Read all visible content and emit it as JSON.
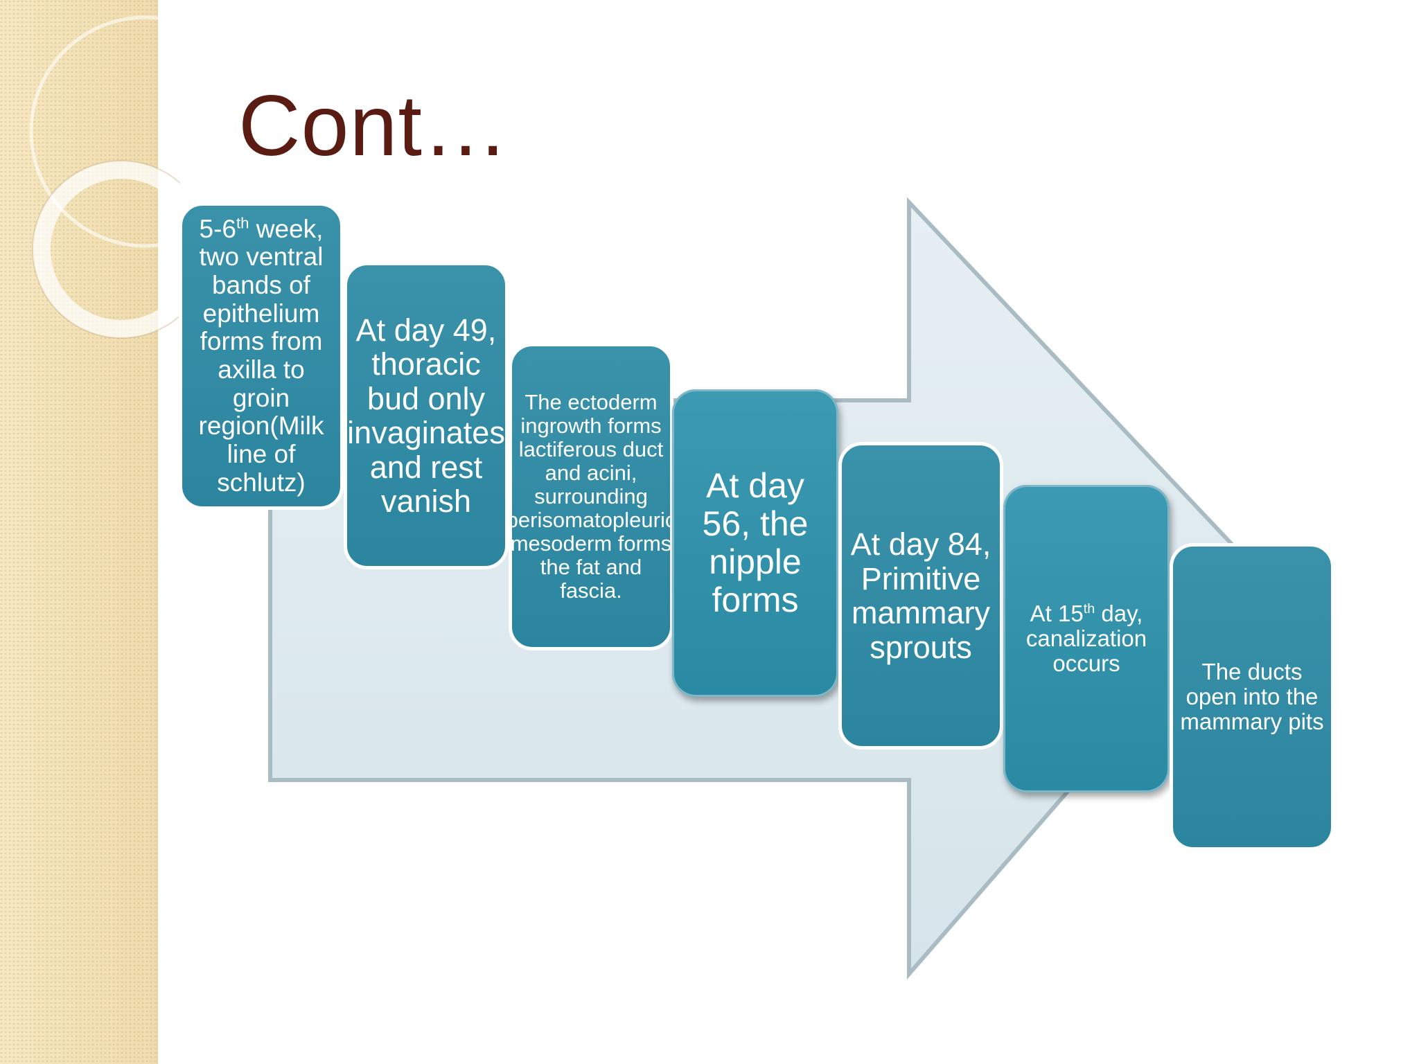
{
  "title": "Cont…",
  "colors": {
    "title": "#5a1c12",
    "box_fill": "#3590a8",
    "arrow_fill": "#dde9ee",
    "sidebar": "#f4e4b8"
  },
  "steps": [
    {
      "pre": "5-6",
      "sup": "th",
      "post": " week, two ventral bands of epithelium forms from axilla to groin region(Milk line of schlutz)"
    },
    {
      "pre": "At day 49, thoracic bud only invaginates and rest vanish",
      "sup": "",
      "post": ""
    },
    {
      "pre": "The ectoderm ingrowth forms lactiferous duct and acini, surrounding perisomatopleuric mesoderm forms the fat and fascia.",
      "sup": "",
      "post": ""
    },
    {
      "pre": "At day 56, the nipple forms",
      "sup": "",
      "post": ""
    },
    {
      "pre": "At day 84, Primitive mammary sprouts",
      "sup": "",
      "post": ""
    },
    {
      "pre": "At 15",
      "sup": "th",
      "post": " day, canalization occurs"
    },
    {
      "pre": "The ducts open into the mammary pits",
      "sup": "",
      "post": ""
    }
  ]
}
